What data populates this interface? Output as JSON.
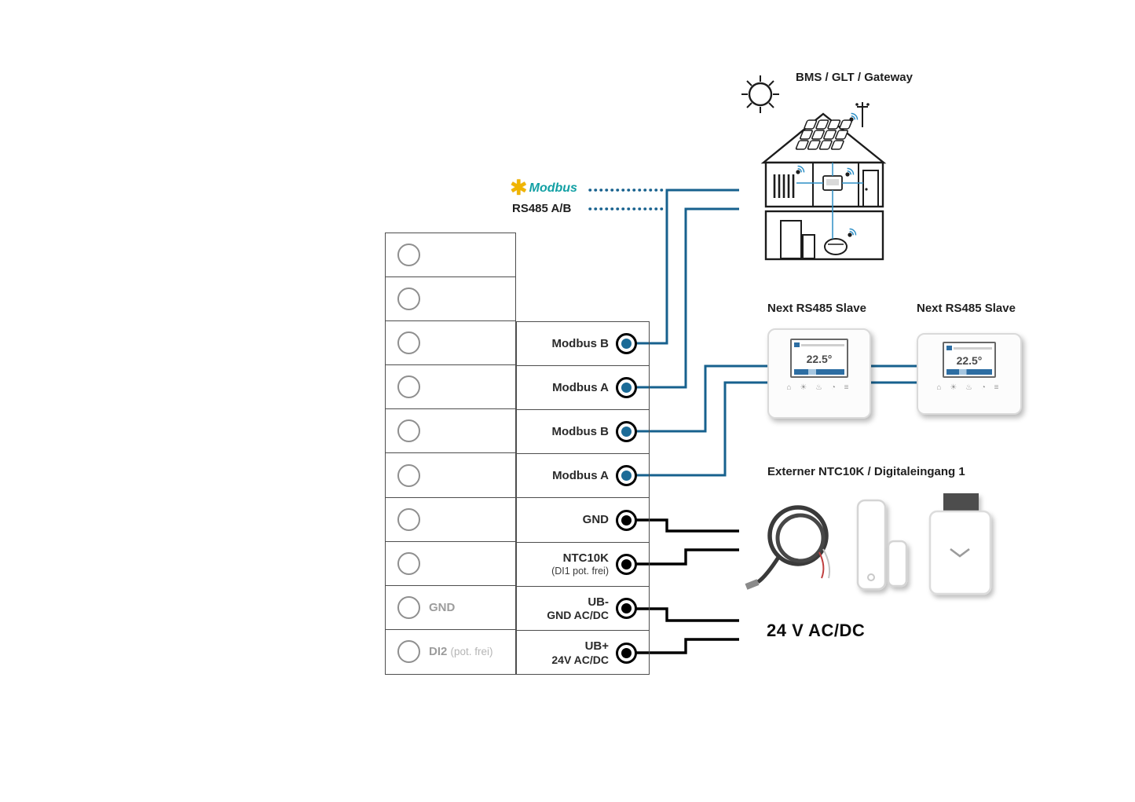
{
  "colors": {
    "bus_line_blue": "#17618e",
    "terminal_dot_blue": "#1b6b97",
    "terminal_dot_black": "#000000",
    "modbus_logo_yellow": "#f0b400",
    "modbus_logo_teal": "#12a0a4",
    "gray_label": "#9c9c9c"
  },
  "icons": {
    "modbus_gear": "✱"
  },
  "header": {
    "bms_gateway_label": "BMS / GLT / Gateway",
    "modbus_logo_text": "Modbus",
    "rs485_label": "RS485 A/B"
  },
  "terminal_table": {
    "rows": [
      {},
      {},
      {
        "label": "Modbus B",
        "dot": "blue"
      },
      {
        "label": "Modbus A",
        "dot": "blue"
      },
      {
        "label": "Modbus B",
        "dot": "blue"
      },
      {
        "label": "Modbus A",
        "dot": "blue"
      },
      {
        "label": "GND",
        "dot": "black"
      },
      {
        "label": "NTC10K",
        "sub_light": "(DI1 pot. frei)",
        "dot": "black"
      },
      {
        "left": "GND",
        "label": "UB-",
        "sub_bold": "GND AC/DC",
        "dot": "black"
      },
      {
        "left": "DI2",
        "left_sub": "(pot. frei)",
        "label": "UB+",
        "sub_bold": "24V AC/DC",
        "dot": "black"
      }
    ]
  },
  "right_panel": {
    "slave1_label": "Next RS485 Slave",
    "slave2_label": "Next RS485 Slave",
    "thermostat_temp": "22.5°",
    "thermostat_icon_row": "⌂ ☀ ♨ ◔ ≡",
    "sensors_label": "Externer NTC10K / Digitaleingang 1",
    "power_label": "24 V AC/DC"
  }
}
